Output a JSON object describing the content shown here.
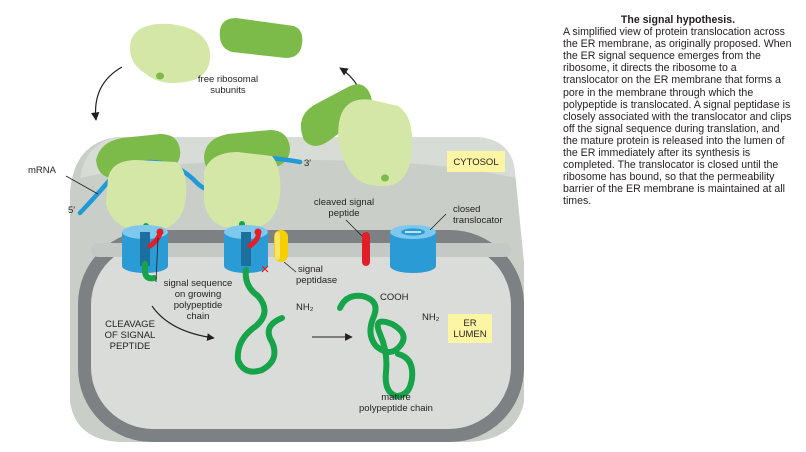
{
  "labels": {
    "free_ribosomal_subunits": [
      "free ribosomal",
      "subunits"
    ],
    "mrna": "mRNA",
    "five_prime": "5′",
    "three_prime": "3′",
    "cytosol": "CYTOSOL",
    "cleaved_signal_peptide": [
      "cleaved signal",
      "peptide"
    ],
    "closed_translocator": [
      "closed",
      "translocator"
    ],
    "signal_peptidase": [
      "signal",
      "peptidase"
    ],
    "signal_sequence": [
      "signal sequence",
      "on growing",
      "polypeptide",
      "chain"
    ],
    "cleavage": [
      "CLEAVAGE",
      "OF SIGNAL",
      "PEPTIDE"
    ],
    "nh2_left": "NH₂",
    "nh2_right": "NH₂",
    "cooh": "COOH",
    "er_lumen": [
      "ER",
      "LUMEN"
    ],
    "mature_chain": [
      "mature",
      "polypeptide chain"
    ]
  },
  "caption": {
    "title": "The signal hypothesis.",
    "body": "A simplified view of protein translocation across the ER membrane, as originally proposed. When the ER signal sequence emerges from the ribosome, it directs the ribosome to a translocator on the ER membrane that forms a pore in the membrane through which the polypeptide is translocated. A signal peptidase is closely associated with the translocator and clips off the signal sequence during translation, and the mature protein is released into the lumen of the ER immediately after its synthesis is completed. The translocator is closed until the ribosome has bound, so that the permeability barrier of the ER membrane is maintained at all times."
  },
  "colors": {
    "cytosol_panel": "#c9cfc8",
    "membrane": "#7d8183",
    "lumen": "#d9dcd9",
    "large_subunit": "#7cba4a",
    "small_subunit": "#d4e7a6",
    "mrna": "#1f9ad7",
    "translocator": "#2b9bd6",
    "polypeptide": "#17a34a",
    "signal_peptide": "#e21f26",
    "peptidase": "#f4d000",
    "label_box": "#fcf5a4"
  }
}
